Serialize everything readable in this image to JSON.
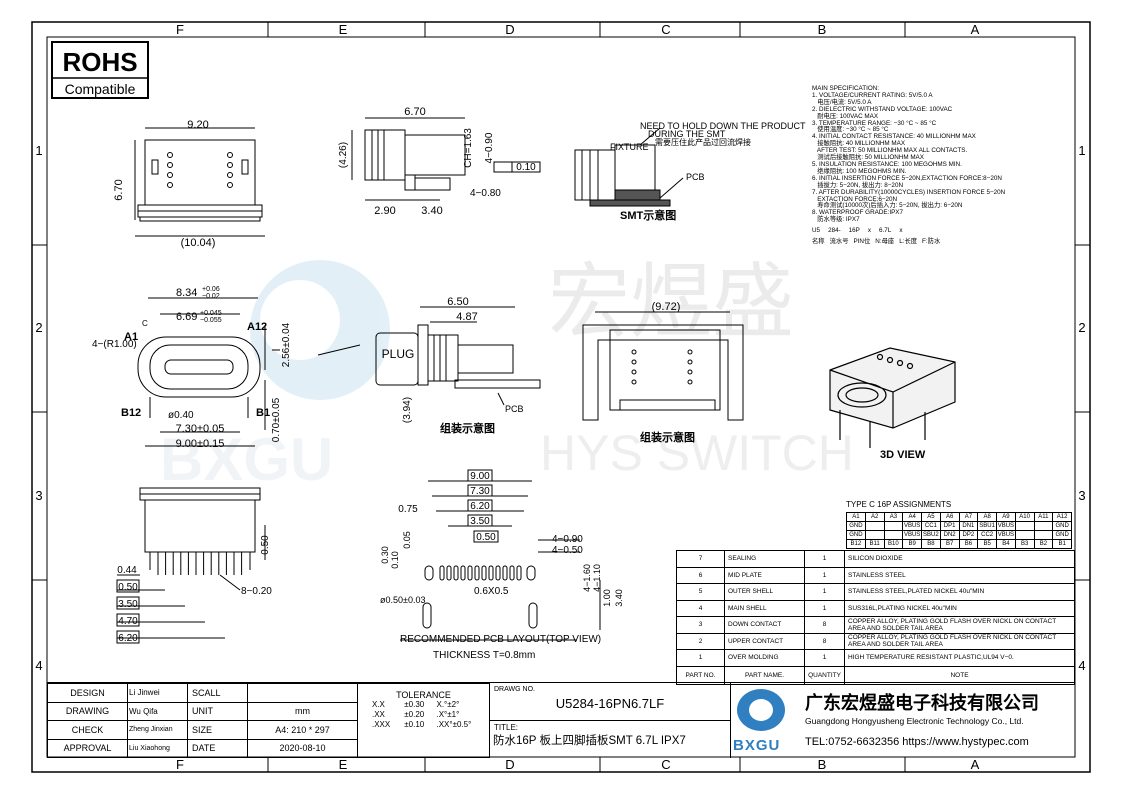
{
  "frame": {
    "cols": [
      "F",
      "E",
      "D",
      "C",
      "B",
      "A"
    ],
    "rows": [
      "1",
      "2",
      "3",
      "4"
    ]
  },
  "rohs": {
    "title": "ROHS",
    "subtitle": "Compatible"
  },
  "watermark": {
    "cn": "宏煜盛",
    "en": "HYS SWITCH",
    "logo": "BXGU"
  },
  "views": {
    "top": {
      "w": "9.20",
      "h": "6.70",
      "b": "(10.04)"
    },
    "side": {
      "w": "6.70",
      "ch": "CH=1.63",
      "t1": "4−0.90",
      "flat": "0.10",
      "t2": "4−0.80",
      "h": "(4.26)",
      "d1": "2.90",
      "d2": "3.40"
    },
    "smt": {
      "note1": "NEED TO HOLD DOWN THE PRODUCT",
      "note2": "DURING THE SMT",
      "note3": "需要压住此产品过回流焊接",
      "fixture": "FIXTURE",
      "pcb": "PCB",
      "caption": "SMT示意图"
    },
    "front": {
      "w1": "8.34",
      "w1tol": "+0.06",
      "w1tol2": "−0.02",
      "w2": "6.69",
      "w2tol": "+0.045",
      "w2tol2": "−0.055",
      "c": "C",
      "a1": "A1",
      "a12": "A12",
      "r": "4−(R1.00)",
      "h1": "2.56±0.04",
      "h2": "0.70±0.05",
      "p": "ø0.40",
      "b12": "B12",
      "b1": "B1",
      "w3": "7.30±0.05",
      "w4": "9.00±0.15"
    },
    "plug": {
      "label": "PLUG",
      "w1": "6.50",
      "w2": "4.87",
      "h": "(3.94)",
      "pcb": "PCB",
      "caption": "组装示意图"
    },
    "panel": {
      "w": "(9.72)",
      "caption": "组装示意图"
    },
    "iso": {
      "caption": "3D VIEW"
    },
    "bottom": {
      "h": "0.50",
      "l1": "0.44",
      "l2": "0.50",
      "l3": "3.50",
      "l4": "4.70",
      "l5": "6.20",
      "l6": "8−0.20"
    },
    "layout": {
      "d1": "9.00",
      "d2": "7.30",
      "d3": "6.20",
      "d4": "3.50",
      "d5": "0.50",
      "d6": "0.75",
      "h1": "0.30",
      "h2": "0.10",
      "h3": "0.05",
      "r1": "4−0.90",
      "r2": "4−0.50",
      "v1": "4−1.60",
      "v2": "4−1.10",
      "hole": "ø0.50±0.03",
      "slot": "0.6X0.5",
      "v3": "1.00",
      "v4": "3.40",
      "title": "RECOMMENDED  PCB  LAYOUT(TOP  VIEW)",
      "thick": "THICKNESS  T=0.8mm"
    }
  },
  "spec": {
    "head": "MAIN SPECIFICATION:",
    "lines": [
      "1. VOLTAGE/CURRENT RATING: 5V/5.0 A",
      "   电压/电流: 5V/5.0 A",
      "2. DIELECTRIC WITHSTAND VOLTAGE: 100VAC",
      "   耐电压: 100VAC MAX",
      "3. TEMPERATURE RANGE: −30 °C ~ 85 °C",
      "   使用温度: −30 °C ~ 85 °C",
      "4. INITIAL CONTACT RESISTANCE: 40 MILLIONHM MAX",
      "   接触阻抗: 40 MILLIONHM MAX",
      "   AFTER TEST: 50 MILLIONHM MAX ALL CONTACTS.",
      "   测试后接触阻抗: 50 MILLIONHM MAX",
      "5. INSULATION RESISTANCE: 100 MEGOHMS MIN.",
      "   绝缘阻抗: 100 MEGOHMS MIN.",
      "6. INITIAL INSERTION FORCE 5−20N,EXTACTION FORCE:8−20N",
      "   插拔力: 5−20N, 拔出力: 8−20N",
      "7. AFTER DURABILITY(10000CYCLES) INSERTION FORCE 5−20N",
      "   EXTACTION FORCE:6−20N",
      "   寿命测试(10000次)后插入力: 5−20N, 拔出力: 6−20N",
      "8. WATERPROOF GRADE:IPX7",
      "   防水等级: IPX7"
    ],
    "code": [
      "U5",
      "284-",
      "16P",
      "x",
      "6.7L",
      "x"
    ],
    "codelabels": [
      "名称",
      "流水号",
      "PIN位",
      "N:母座",
      "L:长度",
      "F:防水"
    ]
  },
  "pins": {
    "title": "TYPE C 16P ASSIGNMENTS",
    "rowA": [
      "A1",
      "A2",
      "A3",
      "A4",
      "A5",
      "A6",
      "A7",
      "A8",
      "A9",
      "A10",
      "A11",
      "A12"
    ],
    "row1": [
      "GND",
      "",
      "",
      "VBUS",
      "CC1",
      "DP1",
      "DN1",
      "SBU1",
      "VBUS",
      "",
      "",
      "GND"
    ],
    "row2": [
      "GND",
      "",
      "",
      "VBUS",
      "SBU2",
      "DN2",
      "DP2",
      "CC2",
      "VBUS",
      "",
      "",
      "GND"
    ],
    "rowB": [
      "B12",
      "B11",
      "B10",
      "B9",
      "B8",
      "B7",
      "B6",
      "B5",
      "B4",
      "B3",
      "B2",
      "B1"
    ]
  },
  "bom": {
    "rows": [
      [
        "7",
        "SEALING",
        "1",
        "SILICON DIOXIDE"
      ],
      [
        "6",
        "MID PLATE",
        "1",
        "STAINLESS STEEL"
      ],
      [
        "5",
        "OUTER SHELL",
        "1",
        "STAINLESS STEEL,PLATED NICKEL 40u\"MIN"
      ],
      [
        "4",
        "MAIN SHELL",
        "1",
        "SUS316L,PLATING NICKEL 40u\"MIN"
      ],
      [
        "3",
        "DOWN CONTACT",
        "8",
        "COPPER ALLOY, PLATING GOLD FLASH OVER NICKL ON CONTACT AREA AND SOLDER TAIL AREA"
      ],
      [
        "2",
        "UPPER CONTACT",
        "8",
        "COPPER ALLOY, PLATING GOLD FLASH OVER NICKL ON CONTACT AREA AND SOLDER TAIL AREA"
      ],
      [
        "1",
        "OVER MOLDING",
        "1",
        "HIGH TEMPERATURE RESISTANT PLASTIC,UL94 V−0."
      ]
    ],
    "header": [
      "PART NO.",
      "PART NAME.",
      "QUANTITY",
      "NOTE"
    ]
  },
  "titleblock": {
    "design": "DESIGN",
    "design_v": "Li Jinwei",
    "drawing": "DRAWING",
    "drawing_v": "Wu Qifa",
    "check": "CHECK",
    "check_v": "Zheng Jinxian",
    "approval": "APPROVAL",
    "approval_v": "Liu Xiaohong",
    "scall": "SCALL",
    "unit": "UNIT",
    "unit_v": "mm",
    "size": "SIZE",
    "size_v": "A4: 210 * 297",
    "date": "DATE",
    "date_v": "2020-08-10",
    "tol": "TOLERANCE",
    "tols": [
      [
        "X.X",
        "±0.30",
        "X.°±2°"
      ],
      [
        ".XX",
        "±0.20",
        ".X°±1°"
      ],
      [
        ".XXX",
        "±0.10",
        ".XX°±0.5°"
      ]
    ],
    "dwgno_l": "DRAWG NO.",
    "dwgno": "U5284-16PN6.7LF",
    "title_l": "TITLE:",
    "title": "防水16P 板上四脚插板SMT 6.7L IPX7",
    "company_cn": "广东宏煜盛电子科技有限公司",
    "company_en": "Guangdong Hongyusheng Electronic Technology Co., Ltd.",
    "tel": "TEL:0752-6632356  https://www.hystypec.com",
    "logo": "BXGU"
  }
}
